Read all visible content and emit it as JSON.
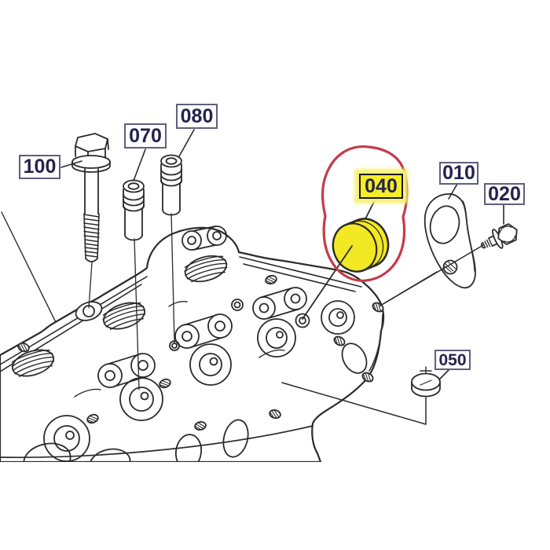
{
  "diagram": {
    "background_color": "#ffffff",
    "line_color": "#2b2b2b",
    "label_style": {
      "text_color": "#23234d",
      "border_color": "#60607a",
      "fill_color": "#fdfdfd"
    },
    "highlight": {
      "label_fill": "#f6ec27",
      "glow": "#f8f17a",
      "circle_color": "#c53b49",
      "part_fill": "#f3e824"
    },
    "labels": [
      {
        "text": "100",
        "highlighted": false
      },
      {
        "text": "070",
        "highlighted": false
      },
      {
        "text": "080",
        "highlighted": false
      },
      {
        "text": "040",
        "highlighted": true
      },
      {
        "text": "010",
        "highlighted": false
      },
      {
        "text": "020",
        "highlighted": false
      },
      {
        "text": "050",
        "highlighted": false
      }
    ]
  }
}
